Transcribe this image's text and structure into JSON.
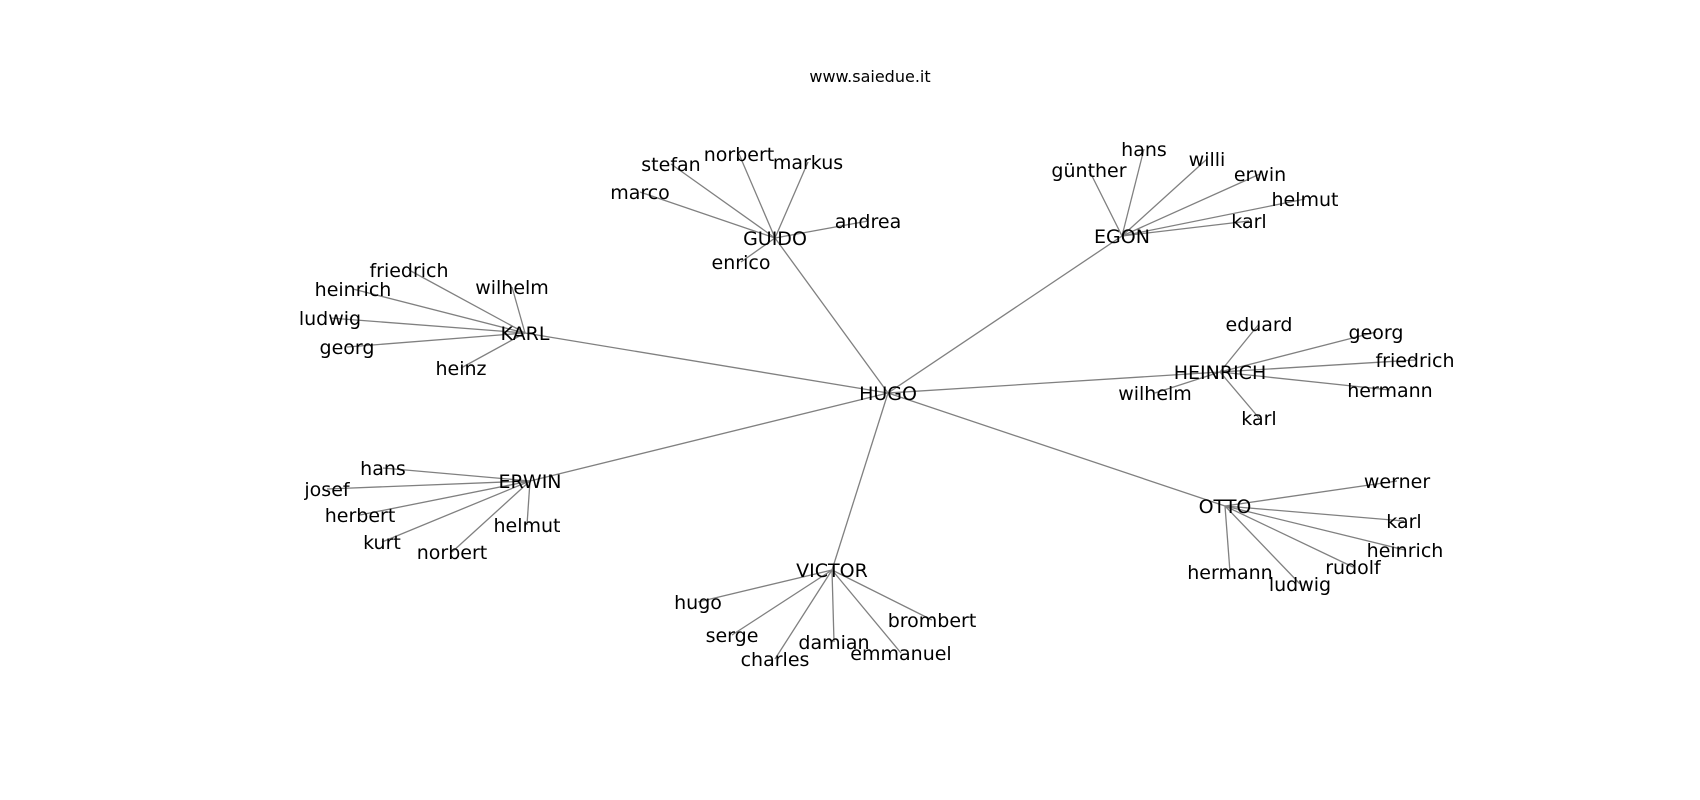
{
  "title": "www.saiedue.it",
  "colors": {
    "edge": "#808080",
    "text": "#000000",
    "background": "#ffffff"
  },
  "root": "HUGO",
  "hubs": [
    {
      "name": "GUIDO",
      "children": [
        "marco",
        "stefan",
        "norbert",
        "markus",
        "andrea",
        "enrico"
      ]
    },
    {
      "name": "EGON",
      "children": [
        "günther",
        "hans",
        "willi",
        "erwin",
        "helmut",
        "karl"
      ]
    },
    {
      "name": "KARL",
      "children": [
        "friedrich",
        "heinrich",
        "ludwig",
        "georg",
        "heinz",
        "wilhelm"
      ]
    },
    {
      "name": "HEINRICH",
      "children": [
        "eduard",
        "georg",
        "friedrich",
        "hermann",
        "karl",
        "wilhelm"
      ]
    },
    {
      "name": "ERWIN",
      "children": [
        "hans",
        "josef",
        "herbert",
        "kurt",
        "norbert",
        "helmut"
      ]
    },
    {
      "name": "OTTO",
      "children": [
        "werner",
        "karl",
        "heinrich",
        "rudolf",
        "ludwig",
        "hermann"
      ]
    },
    {
      "name": "VICTOR",
      "children": [
        "hugo",
        "serge",
        "charles",
        "damian",
        "emmanuel",
        "brombert"
      ]
    }
  ]
}
